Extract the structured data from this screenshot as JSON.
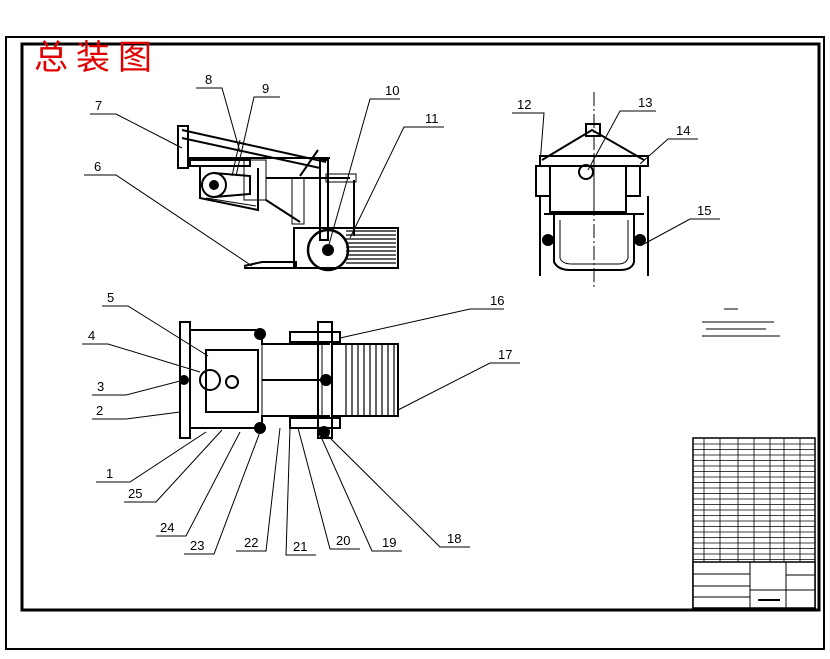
{
  "drawing": {
    "title": "总装图",
    "callouts": [
      "1",
      "2",
      "3",
      "4",
      "5",
      "6",
      "7",
      "8",
      "9",
      "10",
      "11",
      "12",
      "13",
      "14",
      "15",
      "16",
      "17",
      "18",
      "19",
      "20",
      "21",
      "22",
      "23",
      "24",
      "25"
    ]
  },
  "colors": {
    "title": "#e00000",
    "line": "#000000",
    "paper": "#ffffff"
  }
}
